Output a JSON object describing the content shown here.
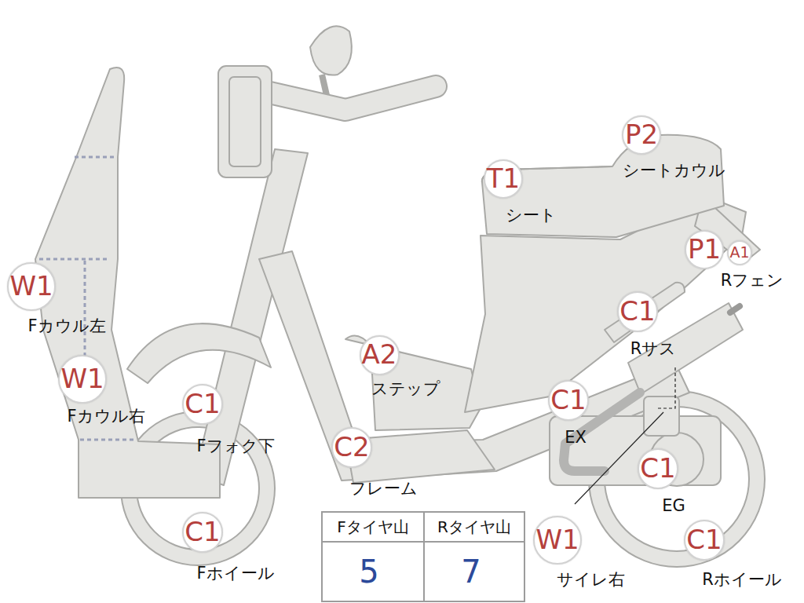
{
  "diagram": {
    "nodes": [
      {
        "text": [
          "W1",
          "Fカウル左"
        ]
      },
      {
        "text": [
          "W1",
          "Fカウル右"
        ]
      },
      {
        "text": [
          "C1",
          "Fフォク下"
        ]
      },
      {
        "text": [
          "C1",
          "Fホイール"
        ]
      },
      {
        "text": [
          "A2",
          "ステップ"
        ]
      },
      {
        "text": [
          "C2",
          "フレーム"
        ]
      },
      {
        "text": [
          "T1",
          "シート"
        ]
      },
      {
        "text": [
          "P2",
          "シートカウル"
        ]
      },
      {
        "text": [
          "P1"
        ]
      },
      {
        "text": [
          "A1",
          "Rフェン"
        ]
      },
      {
        "text": [
          "C1",
          "Rサス"
        ]
      },
      {
        "text": [
          "C1",
          "EX"
        ]
      },
      {
        "text": [
          "C1",
          "EG"
        ]
      },
      {
        "text": [
          "W1",
          "サイレ右"
        ]
      },
      {
        "text": [
          "C1",
          "Rホイール"
        ]
      }
    ],
    "labels": [
      "Fタイヤ山",
      "Rタイヤ山",
      "5",
      "7"
    ]
  }
}
